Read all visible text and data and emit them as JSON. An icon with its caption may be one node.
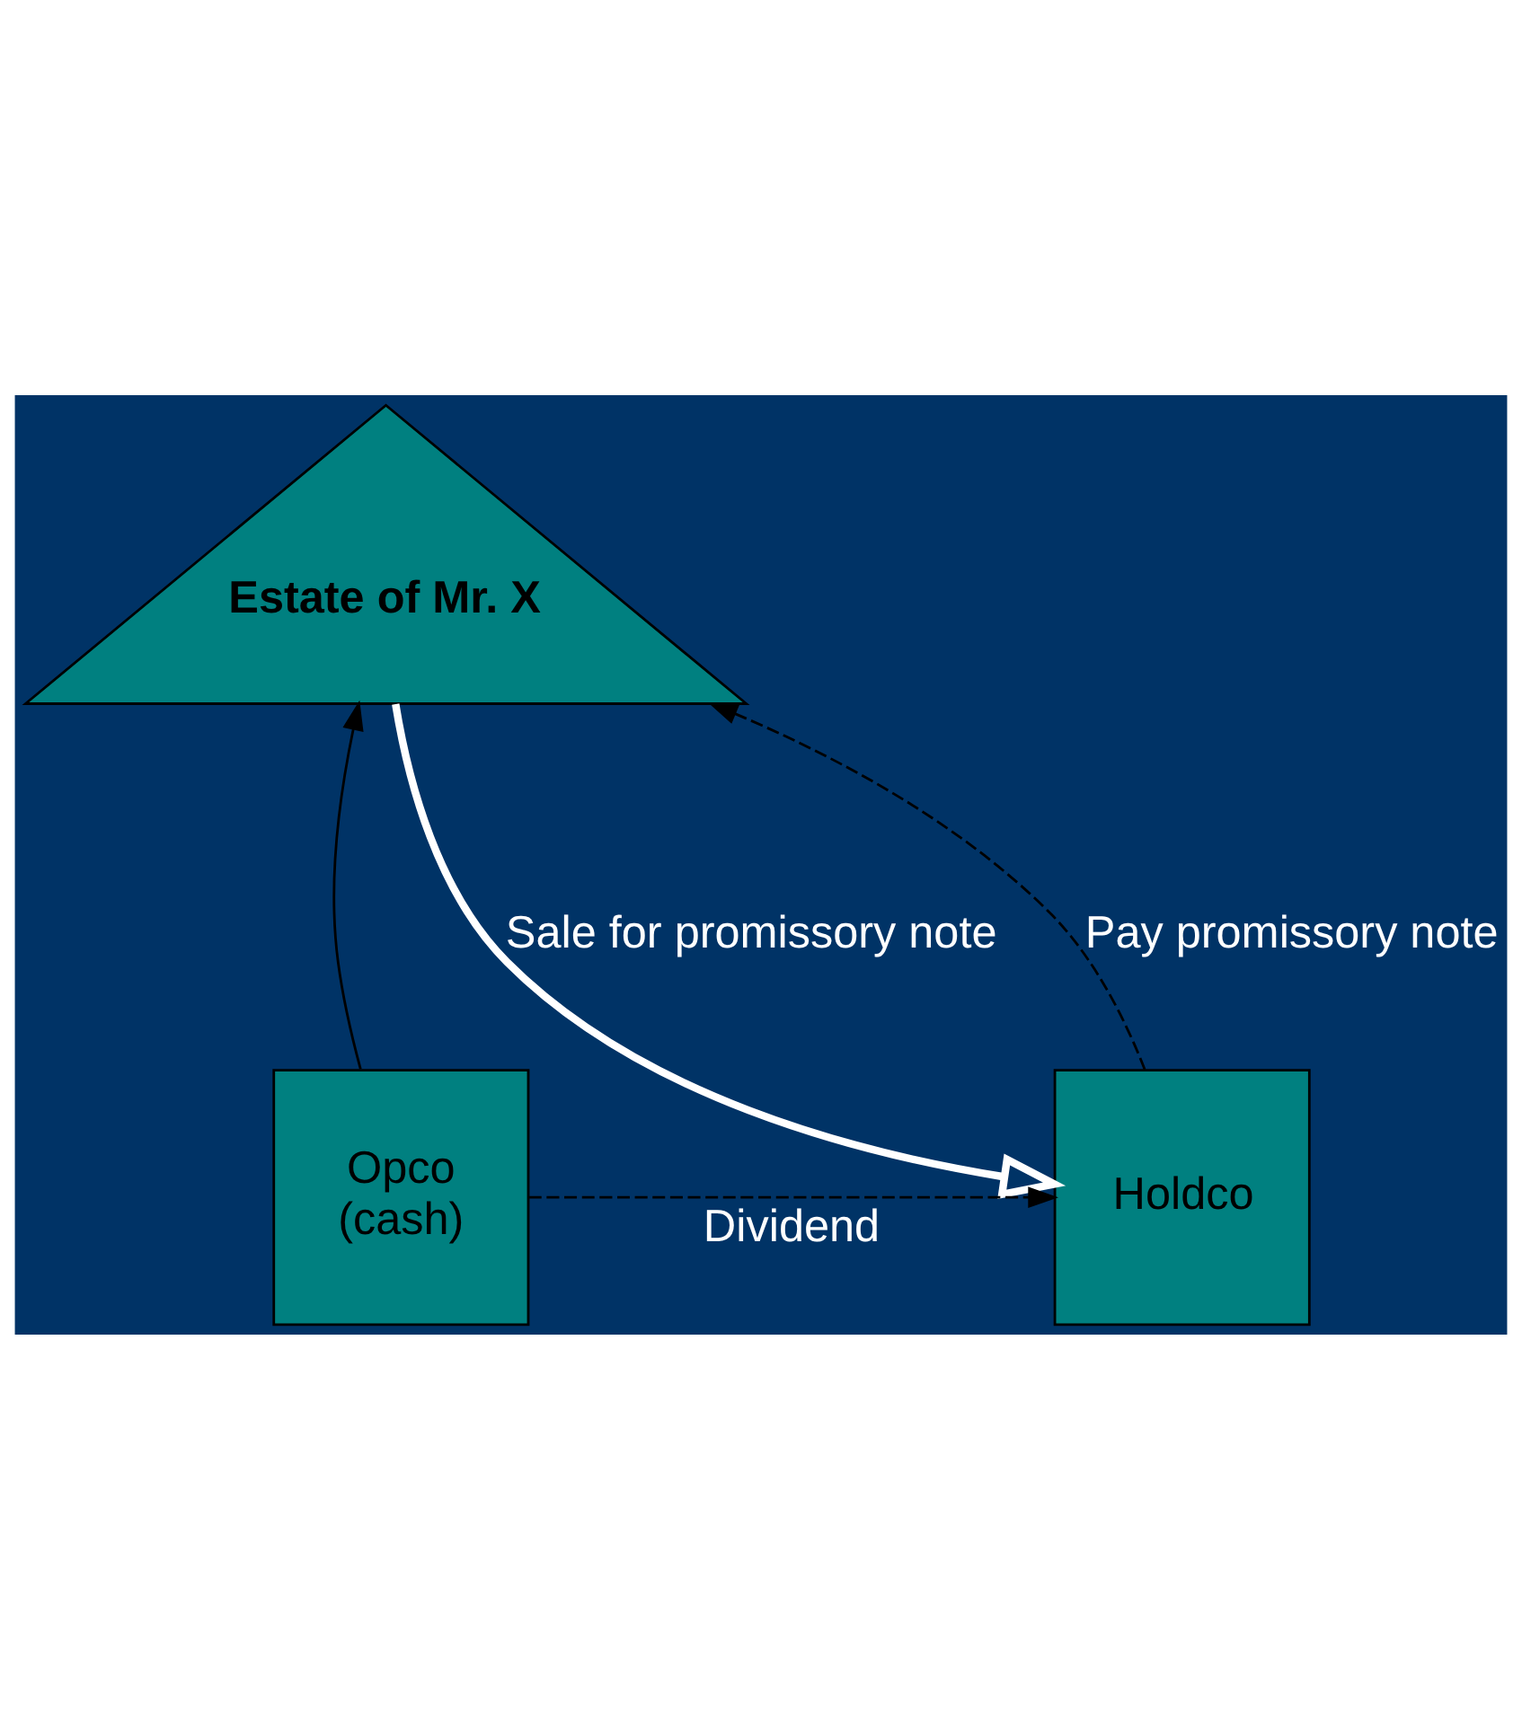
{
  "diagram": {
    "nodes": [
      {
        "text": [
          "Estate of Mr. X"
        ]
      },
      {
        "text": [
          "Holdco"
        ]
      },
      {
        "text": [
          "Opco",
          "(cash)"
        ]
      }
    ],
    "edges": [
      {
        "from": 2,
        "to": 0,
        "arrow": "to"
      },
      {
        "from": 1,
        "to": 0,
        "arrow": "to",
        "style": "dashed",
        "label": "Pay promissory note"
      },
      {
        "from": 0,
        "to": 1,
        "arrow": "to",
        "style": "thick",
        "color": "#ffffff",
        "label": "Sale for promissory note"
      },
      {
        "from": 2,
        "to": 1,
        "arrow": "to",
        "style": "dashed",
        "label": "Dividend"
      }
    ]
  }
}
